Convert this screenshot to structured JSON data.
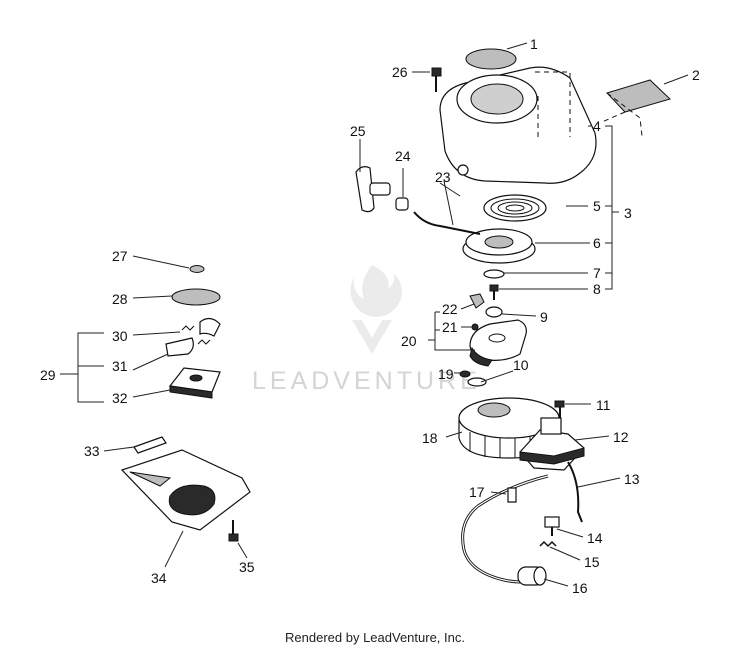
{
  "callouts": [
    "1",
    "2",
    "3",
    "4",
    "5",
    "6",
    "7",
    "8",
    "9",
    "10",
    "11",
    "12",
    "13",
    "14",
    "15",
    "16",
    "17",
    "18",
    "19",
    "20",
    "21",
    "22",
    "23",
    "24",
    "25",
    "26",
    "27",
    "28",
    "29",
    "30",
    "31",
    "32",
    "33",
    "34",
    "35"
  ],
  "watermark": "LEADVENTURE",
  "footer": "Rendered by LeadVenture, Inc."
}
